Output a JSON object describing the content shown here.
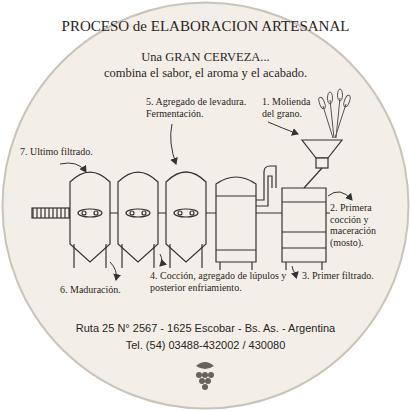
{
  "diagram": {
    "title": "PROCESO de ELABORACION ARTESANAL",
    "labels": [
      "Una GRAN CERVEZA...",
      "combina el sabor, el aroma y el acabado.",
      "5. Agregado de levadura. Fermentación.",
      "1. Molienda del grano.",
      "7. Ultimo filtrado.",
      "2. Primera cocción y maceración (mosto).",
      "6. Maduración.",
      "4. Cocción, agregado de lúpulos y posterior enfriamiento.",
      "3. Primer filtrado.",
      "Ruta 25 N° 2567 - 1625 Escobar - Bs. As. - Argentina",
      "Tel. (54) 03488-432002 / 430080"
    ]
  }
}
